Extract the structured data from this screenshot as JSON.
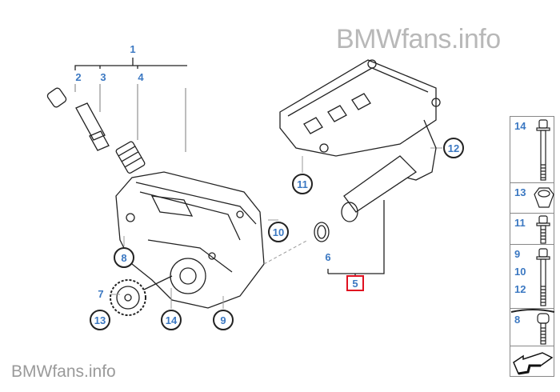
{
  "watermark": {
    "top": "BMWfans.info",
    "bottom": "BMWfans.info"
  },
  "callouts": {
    "c1": "1",
    "c2": "2",
    "c3": "3",
    "c4": "4",
    "c5": "5",
    "c6": "6",
    "c7": "7",
    "c8": "8",
    "c9": "9",
    "c10": "10",
    "c11": "11",
    "c12": "12",
    "c13": "13",
    "c14": "14"
  },
  "highlighted_part": "5",
  "side_panel": {
    "items": [
      {
        "labels": [
          "14"
        ],
        "icon": "long-flange-bolt"
      },
      {
        "labels": [
          "13"
        ],
        "icon": "hex-nut"
      },
      {
        "labels": [
          "11"
        ],
        "icon": "short-flange-bolt"
      },
      {
        "labels": [
          "9",
          "10",
          "12"
        ],
        "icon": "long-bolt"
      },
      {
        "labels": [
          "8"
        ],
        "icon": "torx-bolt"
      },
      {
        "labels": [],
        "icon": "arrow-icon"
      }
    ]
  },
  "colors": {
    "label": "#3b78c2",
    "highlight": "#e01020"
  }
}
